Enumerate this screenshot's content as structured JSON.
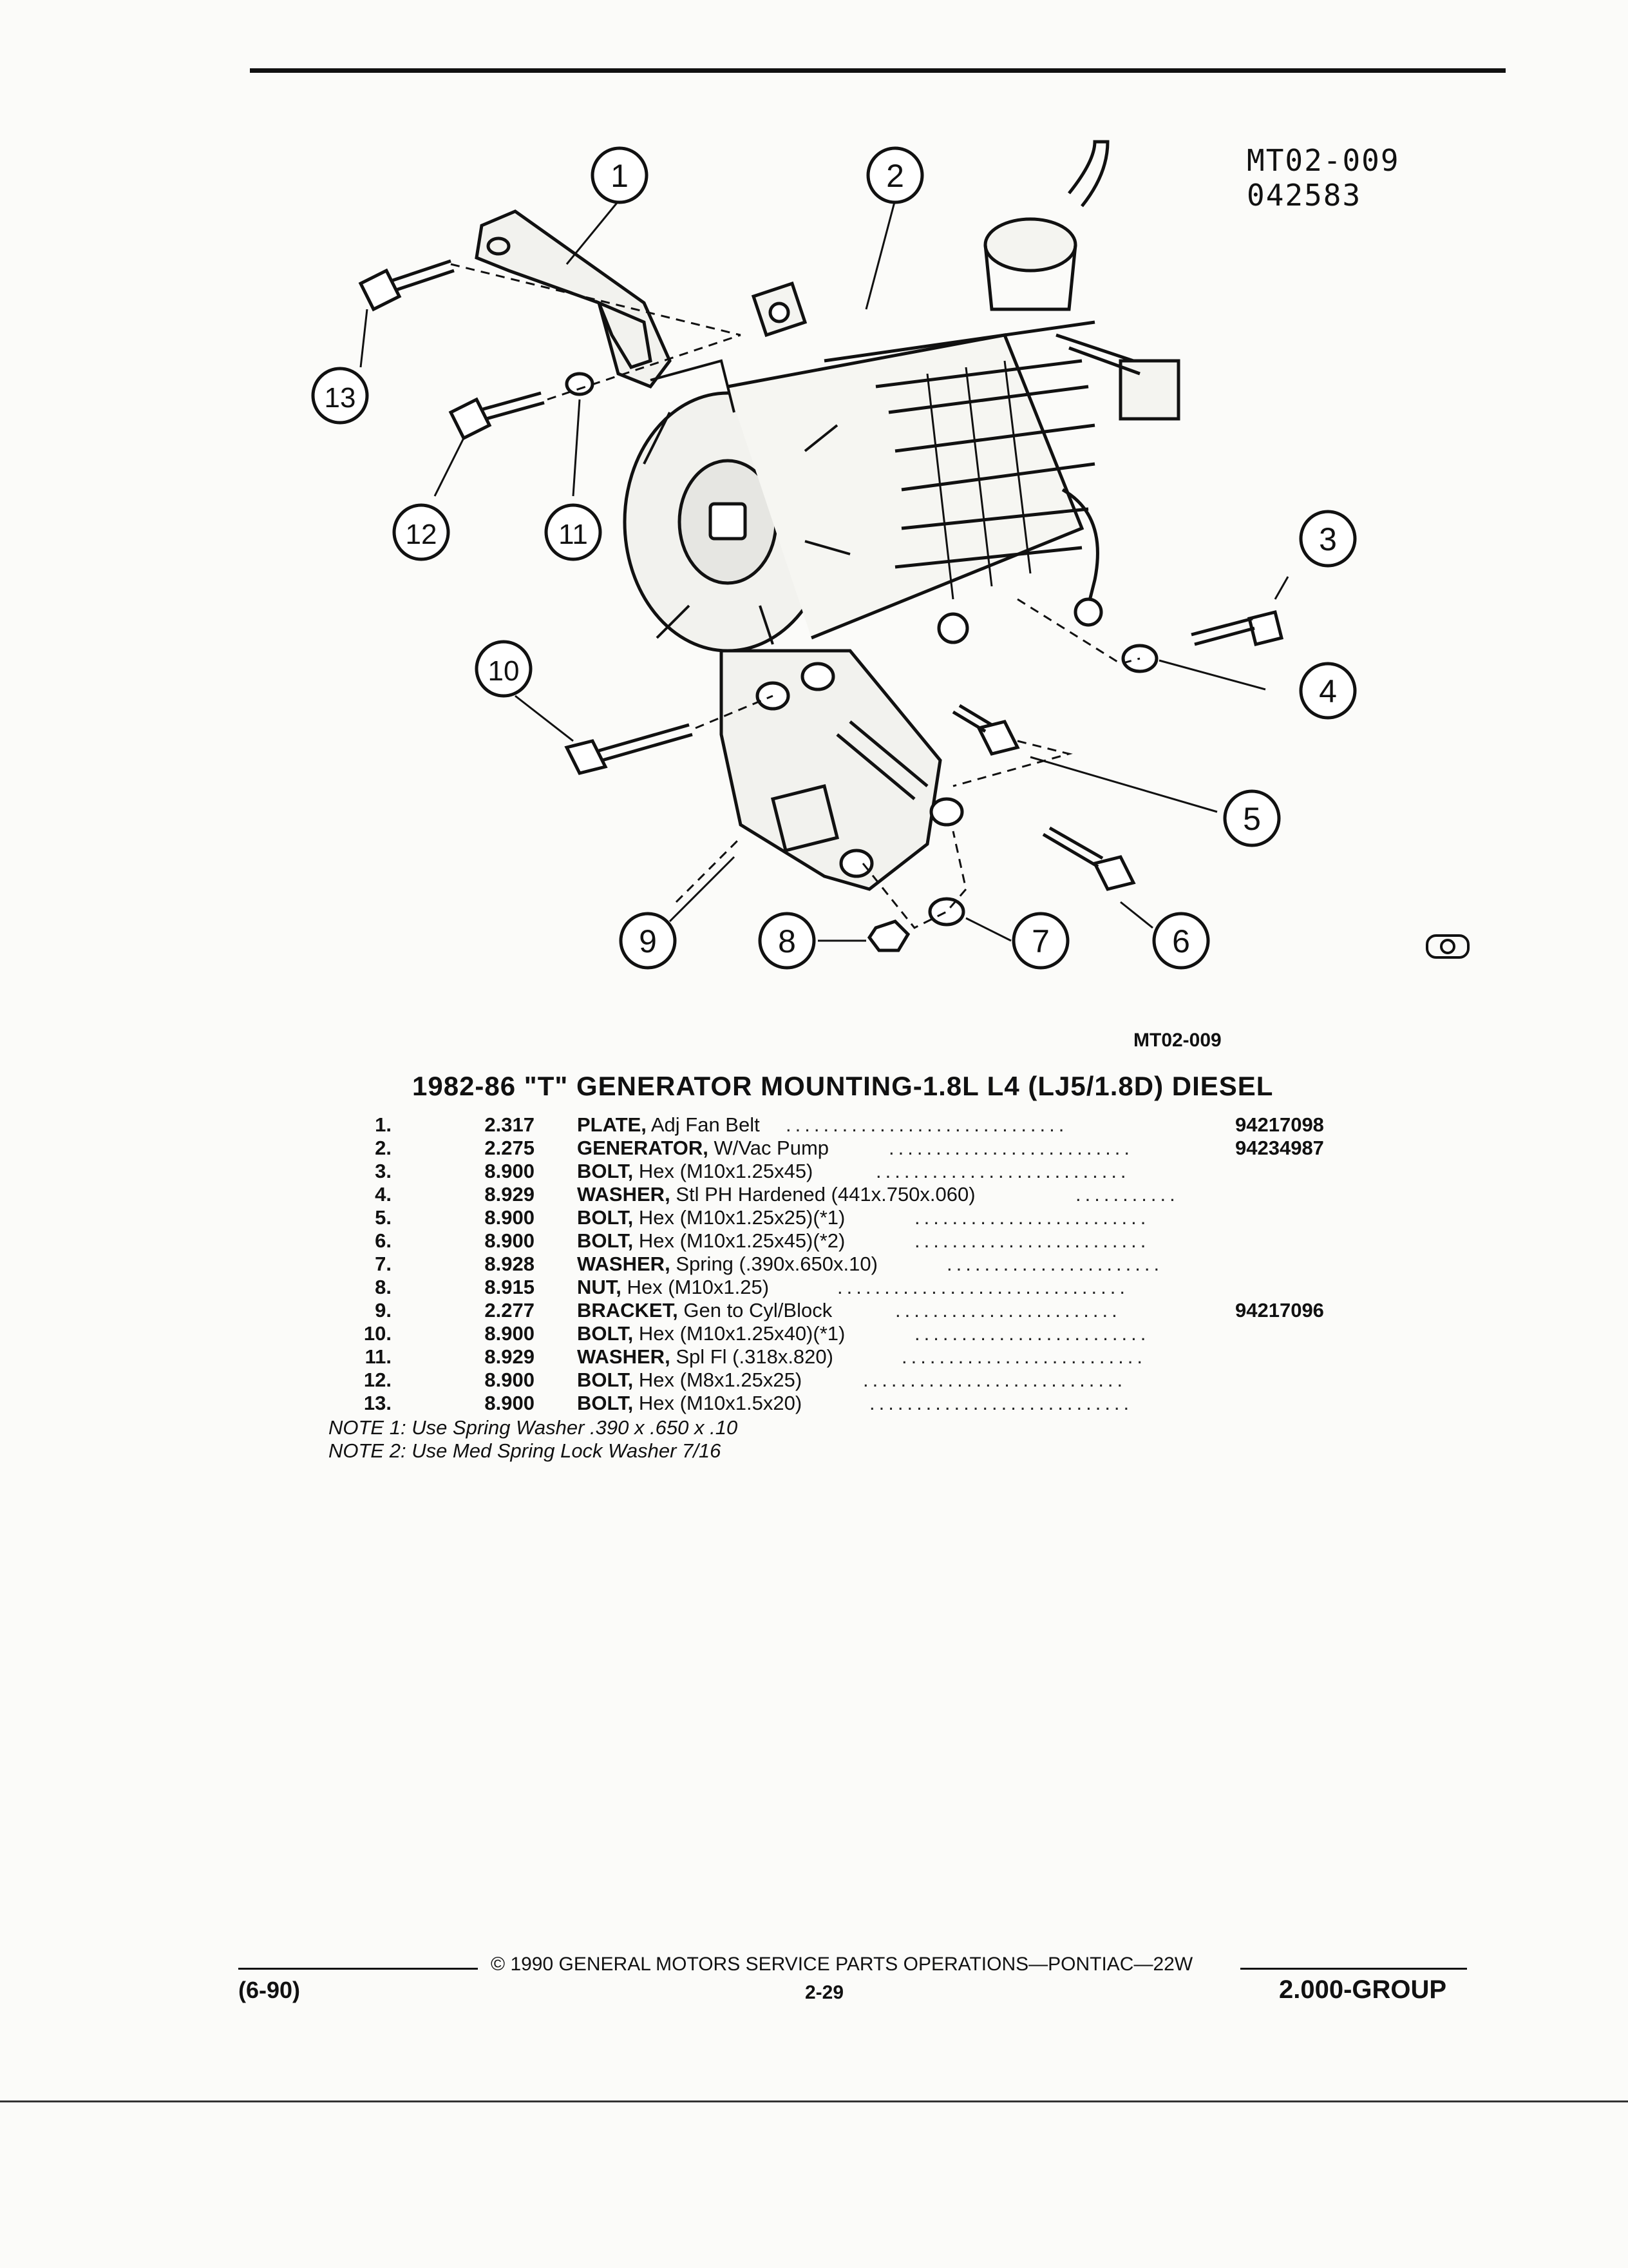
{
  "figure_code": {
    "line1": "MT02-009",
    "line2": "042583"
  },
  "figure_ref": "MT02-009",
  "title": "1982-86 \"T\" GENERATOR MOUNTING-1.8L L4 (LJ5/1.8D) DIESEL",
  "callouts": [
    "1",
    "2",
    "3",
    "4",
    "5",
    "6",
    "7",
    "8",
    "9",
    "10",
    "11",
    "12",
    "13"
  ],
  "parts": [
    {
      "item": "1.",
      "group": "2.317",
      "name": "PLATE,",
      "desc": "Adj Fan Belt",
      "part_no": "94217098"
    },
    {
      "item": "2.",
      "group": "2.275",
      "name": "GENERATOR,",
      "desc": "W/Vac Pump",
      "part_no": "94234987"
    },
    {
      "item": "3.",
      "group": "8.900",
      "name": "BOLT,",
      "desc": "Hex (M10x1.25x45)",
      "part_no": ""
    },
    {
      "item": "4.",
      "group": "8.929",
      "name": "WASHER,",
      "desc": "Stl PH Hardened (441x.750x.060)",
      "part_no": ""
    },
    {
      "item": "5.",
      "group": "8.900",
      "name": "BOLT,",
      "desc": "Hex (M10x1.25x25)(*1)",
      "part_no": ""
    },
    {
      "item": "6.",
      "group": "8.900",
      "name": "BOLT,",
      "desc": "Hex (M10x1.25x45)(*2)",
      "part_no": ""
    },
    {
      "item": "7.",
      "group": "8.928",
      "name": "WASHER,",
      "desc": "Spring (.390x.650x.10)",
      "part_no": ""
    },
    {
      "item": "8.",
      "group": "8.915",
      "name": "NUT,",
      "desc": "Hex (M10x1.25)",
      "part_no": ""
    },
    {
      "item": "9.",
      "group": "2.277",
      "name": "BRACKET,",
      "desc": "Gen to Cyl/Block",
      "part_no": "94217096"
    },
    {
      "item": "10.",
      "group": "8.900",
      "name": "BOLT,",
      "desc": "Hex (M10x1.25x40)(*1)",
      "part_no": ""
    },
    {
      "item": "11.",
      "group": "8.929",
      "name": "WASHER,",
      "desc": "Spl Fl (.318x.820)",
      "part_no": ""
    },
    {
      "item": "12.",
      "group": "8.900",
      "name": "BOLT,",
      "desc": "Hex (M8x1.25x25)",
      "part_no": ""
    },
    {
      "item": "13.",
      "group": "8.900",
      "name": "BOLT,",
      "desc": "Hex (M10x1.5x20)",
      "part_no": ""
    }
  ],
  "notes": [
    "NOTE 1: Use Spring Washer .390 x .650 x .10",
    "NOTE 2: Use Med Spring Lock Washer 7/16"
  ],
  "footer": {
    "copyright": "© 1990 GENERAL MOTORS SERVICE PARTS OPERATIONS—PONTIAC—22W",
    "date_code": "(6-90)",
    "page": "2-29",
    "group": "2.000-GROUP"
  }
}
